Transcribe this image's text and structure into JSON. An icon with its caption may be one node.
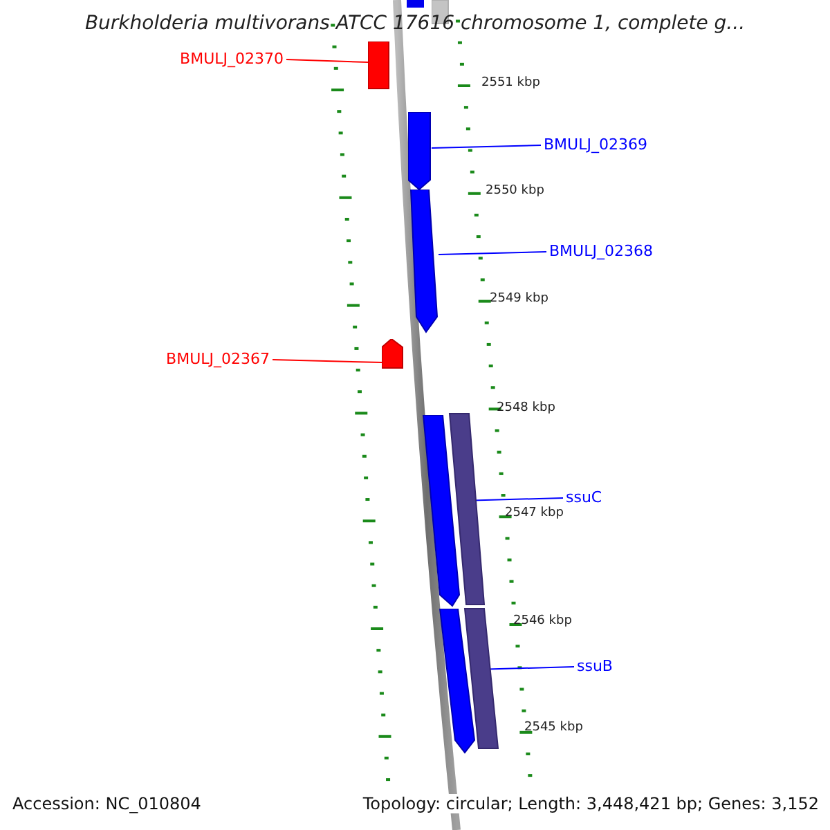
{
  "diagram": {
    "title": "Burkholderia multivorans ATCC 17616 chromosome 1, complete g...",
    "nodes": [
      {
        "text": [
          "BMULJ_02370"
        ]
      },
      {
        "text": [],
        "shape": "bar"
      },
      {
        "text": [
          "BMULJ_02369"
        ]
      },
      {
        "text": [],
        "shape": "bar"
      },
      {
        "text": [
          "BMULJ_02368"
        ]
      },
      {
        "text": [],
        "shape": "bar"
      },
      {
        "text": [
          "BMULJ_02367"
        ]
      },
      {
        "text": [],
        "shape": "bar"
      },
      {
        "text": [
          "ssuC"
        ]
      },
      {
        "text": [],
        "shape": "bar"
      },
      {
        "text": [
          "ssuB"
        ]
      },
      {
        "text": [],
        "shape": "bar"
      },
      {
        "text": [],
        "shape": "bar"
      },
      {
        "text": [],
        "shape": "bar"
      },
      {
        "text": [],
        "shape": "bar"
      },
      {
        "text": [],
        "shape": "bar"
      }
    ],
    "edges": [
      {
        "from": 0,
        "to": 1,
        "arrow": "none",
        "color": "#ff0000"
      },
      {
        "from": 2,
        "to": 3,
        "arrow": "none"
      },
      {
        "from": 4,
        "to": 5,
        "arrow": "none"
      },
      {
        "from": 6,
        "to": 7,
        "arrow": "none",
        "color": "#ff0000"
      },
      {
        "from": 8,
        "to": 9,
        "arrow": "none"
      },
      {
        "from": 10,
        "to": 11,
        "arrow": "none"
      }
    ],
    "labels": [
      "2551 kbp",
      "2550 kbp",
      "2549 kbp",
      "2548 kbp",
      "2547 kbp",
      "2546 kbp",
      "2545 kbp",
      "Accession: NC_010804",
      "Topology: circular; Length: 3,448,421 bp; Genes: 3,152"
    ]
  }
}
